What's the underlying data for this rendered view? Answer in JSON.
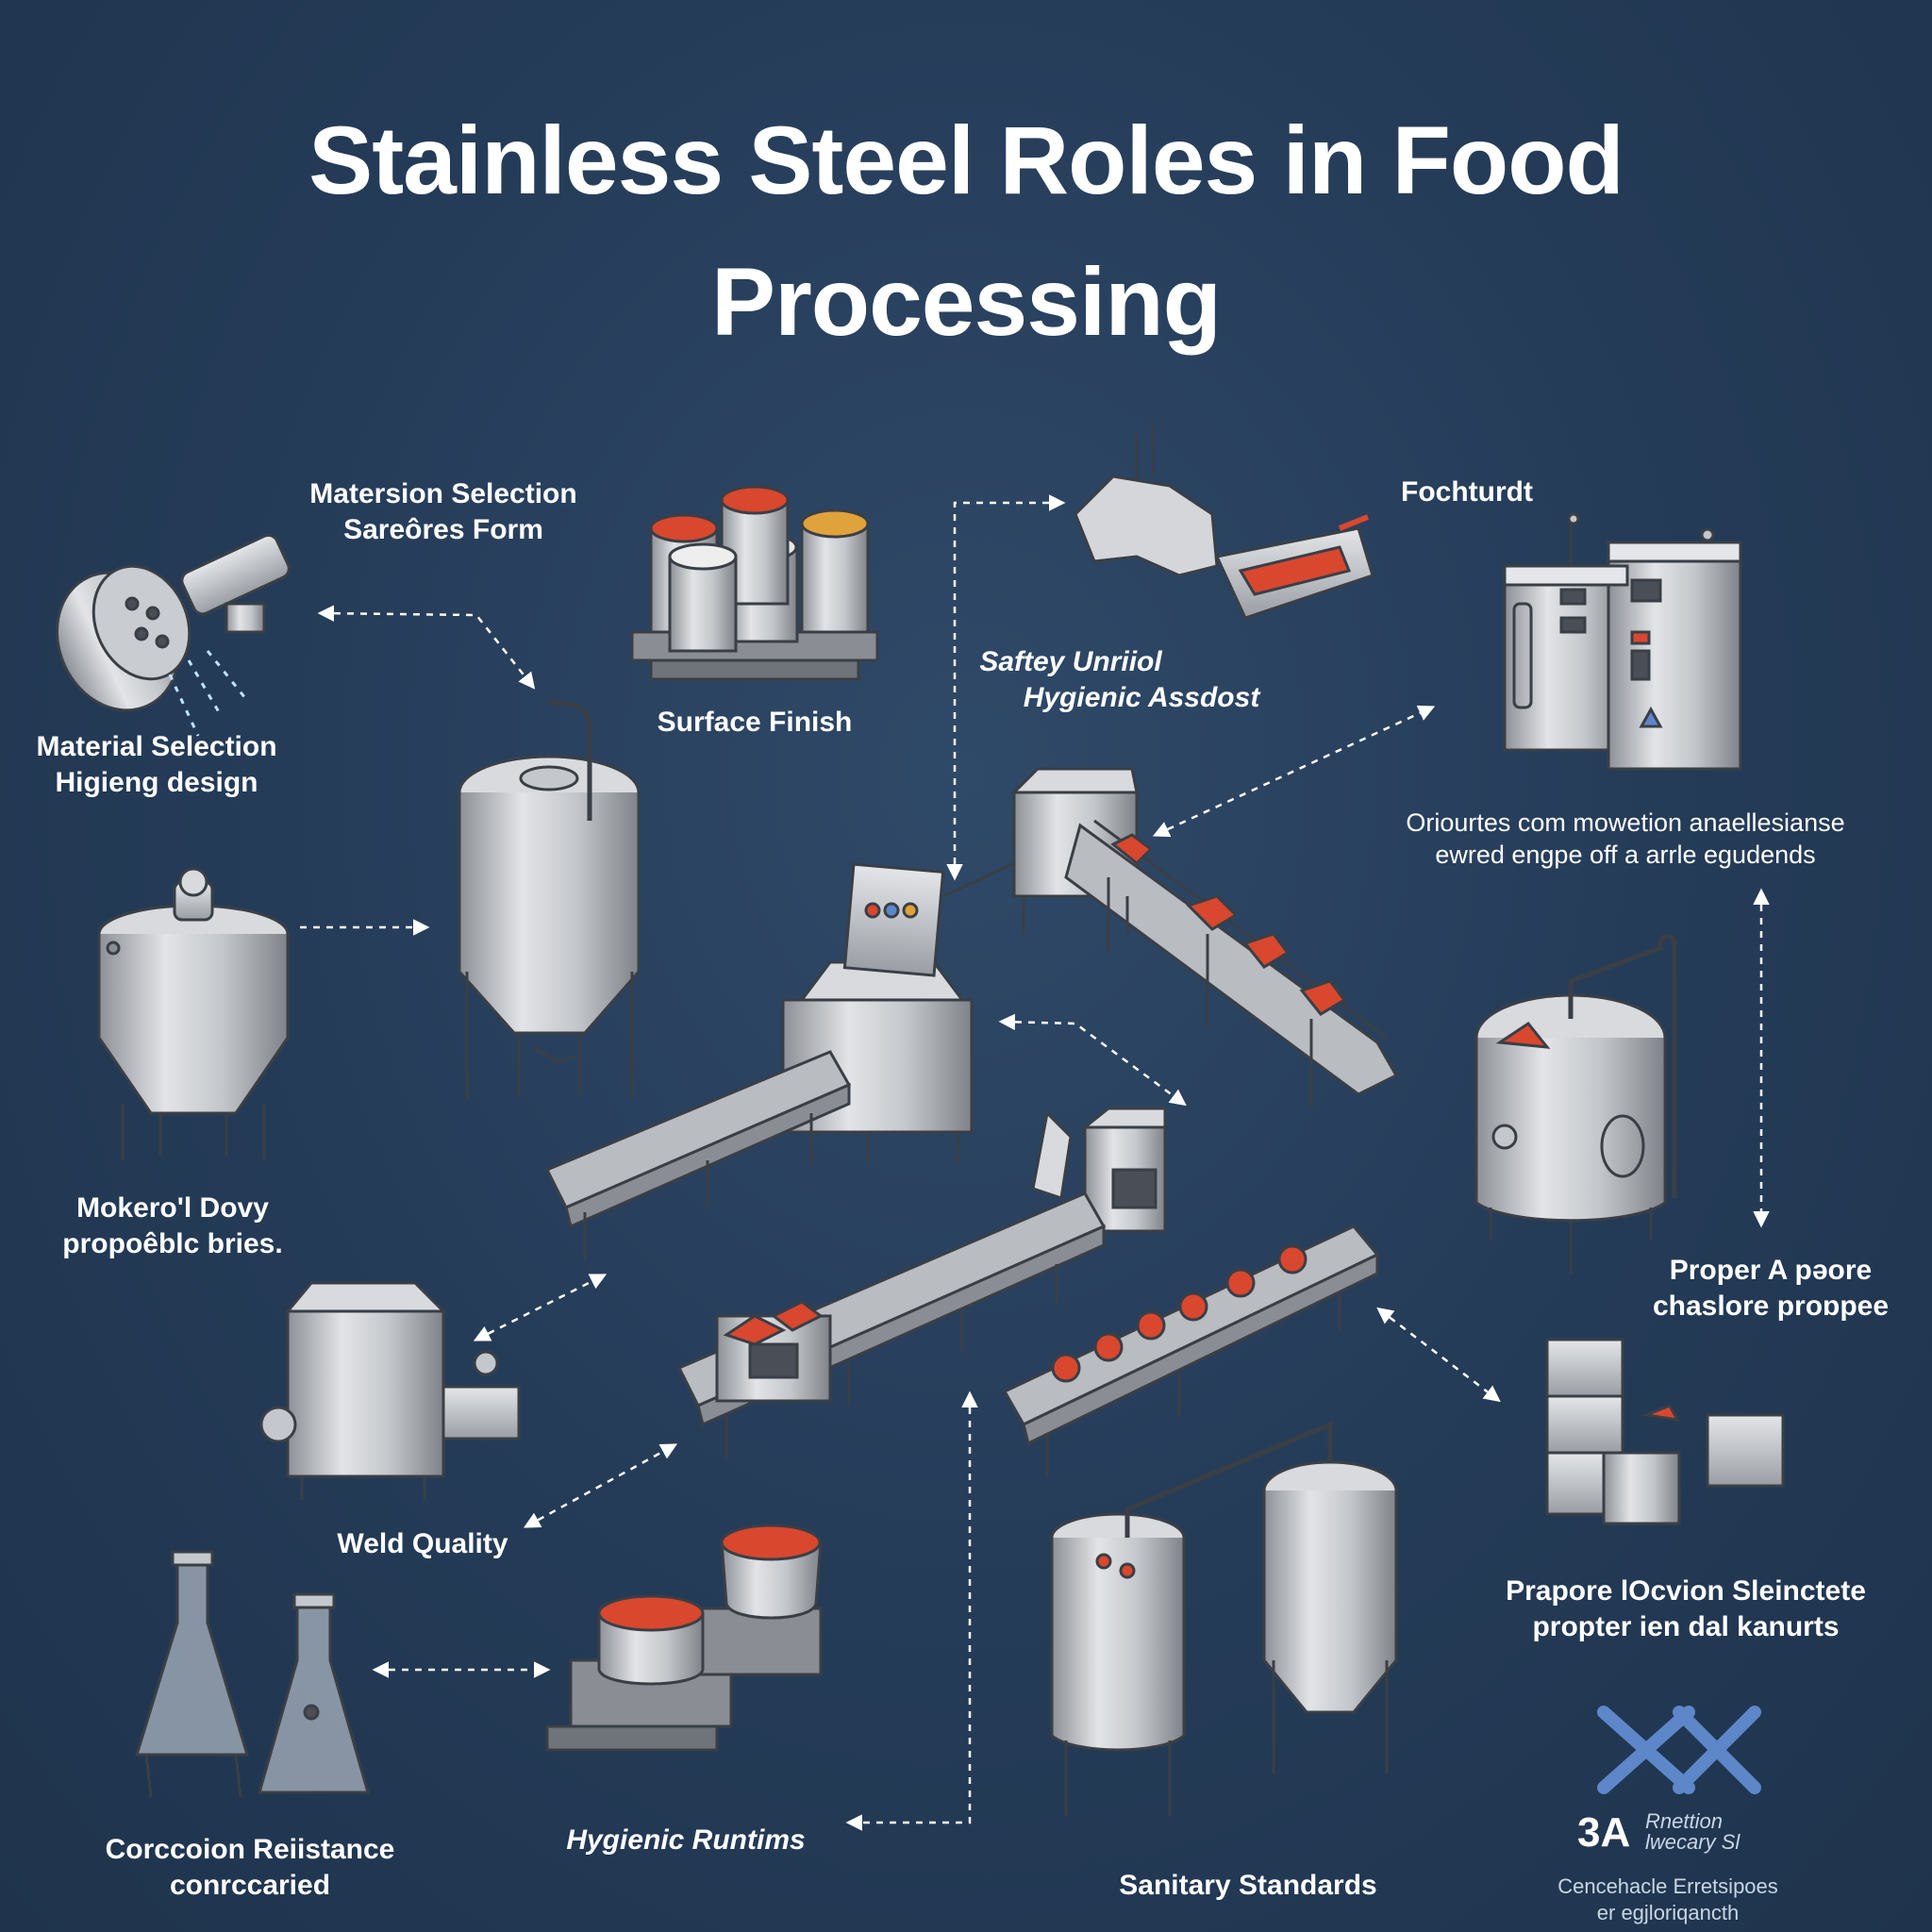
{
  "title": {
    "line1": "Stainless Steel Roles in Food",
    "line2": "Processing"
  },
  "labels": {
    "top_left": {
      "line1": "Matersion Selection",
      "line2": "Sareôres Form"
    },
    "material_selection": {
      "line1": "Material Selection",
      "line2": "Higieng design"
    },
    "surface_finish": "Surface Finish",
    "safety": {
      "line1": "Saftey Unriiol",
      "line2": "Hygienic Assdost"
    },
    "fochturdt": "Fochturdt",
    "right_mid": {
      "line1": "Oriourtes com mowetion anaellesianse",
      "line2": "ewred engpe off a arrle egudends"
    },
    "mokero": {
      "line1": "Mokero'l Dovy",
      "line2": "propoêblc bries."
    },
    "proper": {
      "line1": "Proper A pəore",
      "line2": "chaslore proɒpee"
    },
    "weld_quality": "Weld Quality",
    "prapore": {
      "line1": "Prapore lOcvion Sleinctete",
      "line2": "propter ien dal kanurts"
    },
    "corrosion": {
      "line1": "Corccoion Reiistance",
      "line2": "conrccaried"
    },
    "hygienic_runtims": "Hygienic Runtims",
    "sanitary": "Sanitary Standards"
  },
  "badge": {
    "main": "3A",
    "side_line1": "Rnettion",
    "side_line2": "lwecary Sl",
    "foot_line1": "Cencehacle Erretsipoes",
    "foot_line2": "er egjloriqancth"
  },
  "colors": {
    "background": "#243b57",
    "steel": "#b9bcc1",
    "steel_dark": "#8a8e94",
    "food_red": "#d9472f",
    "accent_blue": "#5d87c9",
    "text": "#ffffff"
  }
}
